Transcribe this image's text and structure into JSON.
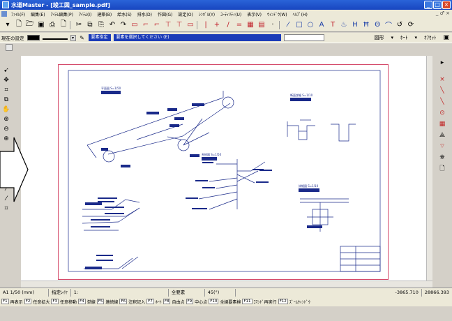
{
  "window": {
    "title": "水道Master - [竣工図_sample.pdf]",
    "minimize_glyph": "_",
    "maximize_glyph": "□",
    "close_glyph": "×"
  },
  "menu": {
    "items": [
      "ﾌｧｲﾙ(F)",
      "編集(E)",
      "ｱｲﾃﾑ編集(P)",
      "ｱｲﾃﾑ(I)",
      "建築(B)",
      "給水(S)",
      "排水(D)",
      "作図(G)",
      "設定(O)",
      "ｼﾝﾎﾞﾙ(Y)",
      "ﾕｰﾃｨﾘﾃｨ(U)",
      "表示(V)",
      "ｳｨﾝﾄﾞｳ(W)",
      "ﾍﾙﾌﾟ(H)"
    ],
    "mdi_controls": "_ ♂ ×"
  },
  "props": {
    "current_setting_label": "現在の設定",
    "element_specify": "要素指定",
    "status_prompt": "要素を選択してください (E)",
    "right_items": [
      "図形",
      "ﾎｰﾄ",
      "ｵﾌｾｯﾄ"
    ]
  },
  "drawing": {
    "labels": [
      "平面図 S=1/50",
      "断面詳細 S=1/10",
      "系統図 S=1/50",
      "詳細図 S=1/10"
    ]
  },
  "status": {
    "scale": "A1 1/50 (mm)",
    "layer_label": "指定ﾚｲﾔ",
    "layer_value": "1:",
    "element_count": "全要素",
    "angle": "45(°)",
    "coord_x": "-3865.710",
    "coord_y": "28866.393"
  },
  "fkeys": [
    {
      "key": "F1",
      "label": "再表示"
    },
    {
      "key": "F2",
      "label": "任意拡大"
    },
    {
      "key": "F3",
      "label": "任意移動"
    },
    {
      "key": "F4",
      "label": "単線"
    },
    {
      "key": "F5",
      "label": "連続線"
    },
    {
      "key": "F6",
      "label": "注釈記入"
    },
    {
      "key": "F7",
      "label": "ﾎｰﾄ"
    },
    {
      "key": "F8",
      "label": "自由点"
    },
    {
      "key": "F9",
      "label": "中心点"
    },
    {
      "key": "F10",
      "label": "全線要素検"
    },
    {
      "key": "F11",
      "label": "ｺﾏﾝﾄﾞ再実行"
    },
    {
      "key": "F12",
      "label": "ｽﾞｰﾑｳｨﾝﾄﾞｳ"
    }
  ],
  "colors": {
    "titlebar": "#1846c0",
    "paper_border": "#d54a6a",
    "drawing_ink": "#1a2a8a",
    "element_field": "#1c3cb8"
  }
}
